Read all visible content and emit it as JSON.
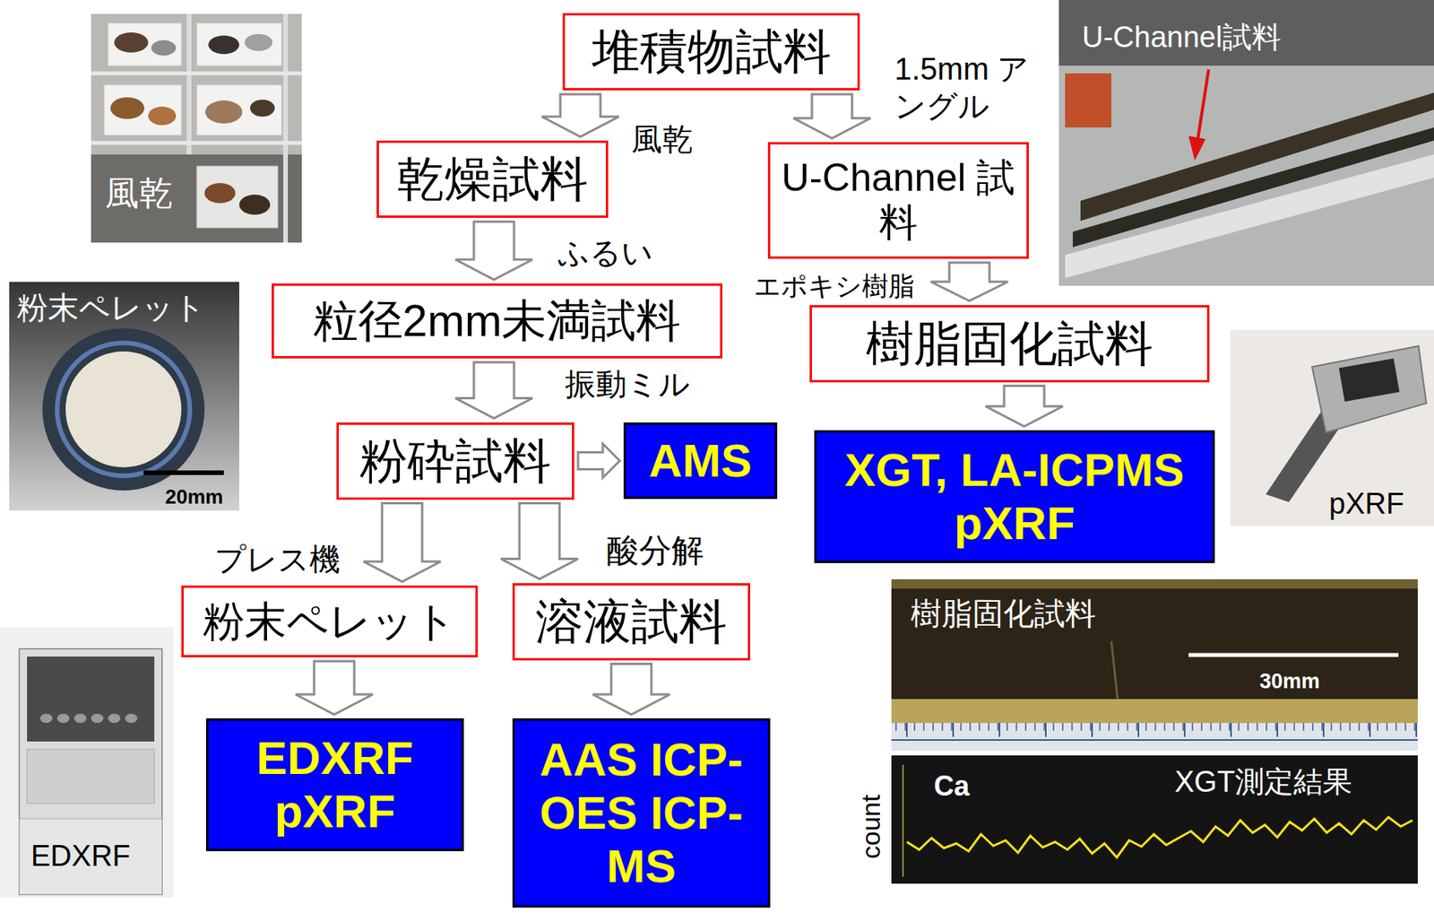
{
  "diagram": {
    "nodes": [
      {
        "text": [
          "堆積物試料"
        ]
      },
      {
        "text": [
          "乾燥試料"
        ]
      },
      {
        "text": [
          "U-Channel 試料"
        ]
      },
      {
        "text": [
          "粒径2mm未満試料"
        ]
      },
      {
        "text": [
          "樹脂固化試料"
        ]
      },
      {
        "text": [
          "粉砕試料"
        ]
      },
      {
        "text": [
          "AMS"
        ]
      },
      {
        "text": [
          "XGT, LA-ICPMS pXRF"
        ]
      },
      {
        "text": [
          "粉末ペレット"
        ]
      },
      {
        "text": [
          "溶液試料"
        ]
      },
      {
        "text": [
          "EDXRF pXRF"
        ]
      },
      {
        "text": [
          "AAS ICP-OES ICP-MS"
        ]
      }
    ],
    "edges": [
      {
        "from": 0,
        "to": 1,
        "arrow": "to",
        "label": "風乾"
      },
      {
        "from": 0,
        "to": 2,
        "arrow": "to",
        "label": "1.5mm アングル"
      },
      {
        "from": 1,
        "to": 3,
        "arrow": "to",
        "label": "ふるい"
      },
      {
        "from": 2,
        "to": 4,
        "arrow": "to",
        "label": "エポキシ樹脂"
      },
      {
        "from": 3,
        "to": 5,
        "arrow": "to",
        "label": "振動ミル"
      },
      {
        "from": 5,
        "to": 6,
        "arrow": "to"
      },
      {
        "from": 4,
        "to": 7,
        "arrow": "to"
      },
      {
        "from": 5,
        "to": 8,
        "arrow": "to",
        "label": "プレス機"
      },
      {
        "from": 5,
        "to": 9,
        "arrow": "to",
        "label": "酸分解"
      },
      {
        "from": 8,
        "to": 10,
        "arrow": "to"
      },
      {
        "from": 9,
        "to": 11,
        "arrow": "to"
      }
    ],
    "labels": [
      "風乾",
      "粉末ペレット",
      "20mm",
      "EDXRF",
      "U-Channel試料",
      "pXRF",
      "樹脂固化試料",
      "30mm",
      "count",
      "Ca",
      "XGT測定結果"
    ]
  }
}
